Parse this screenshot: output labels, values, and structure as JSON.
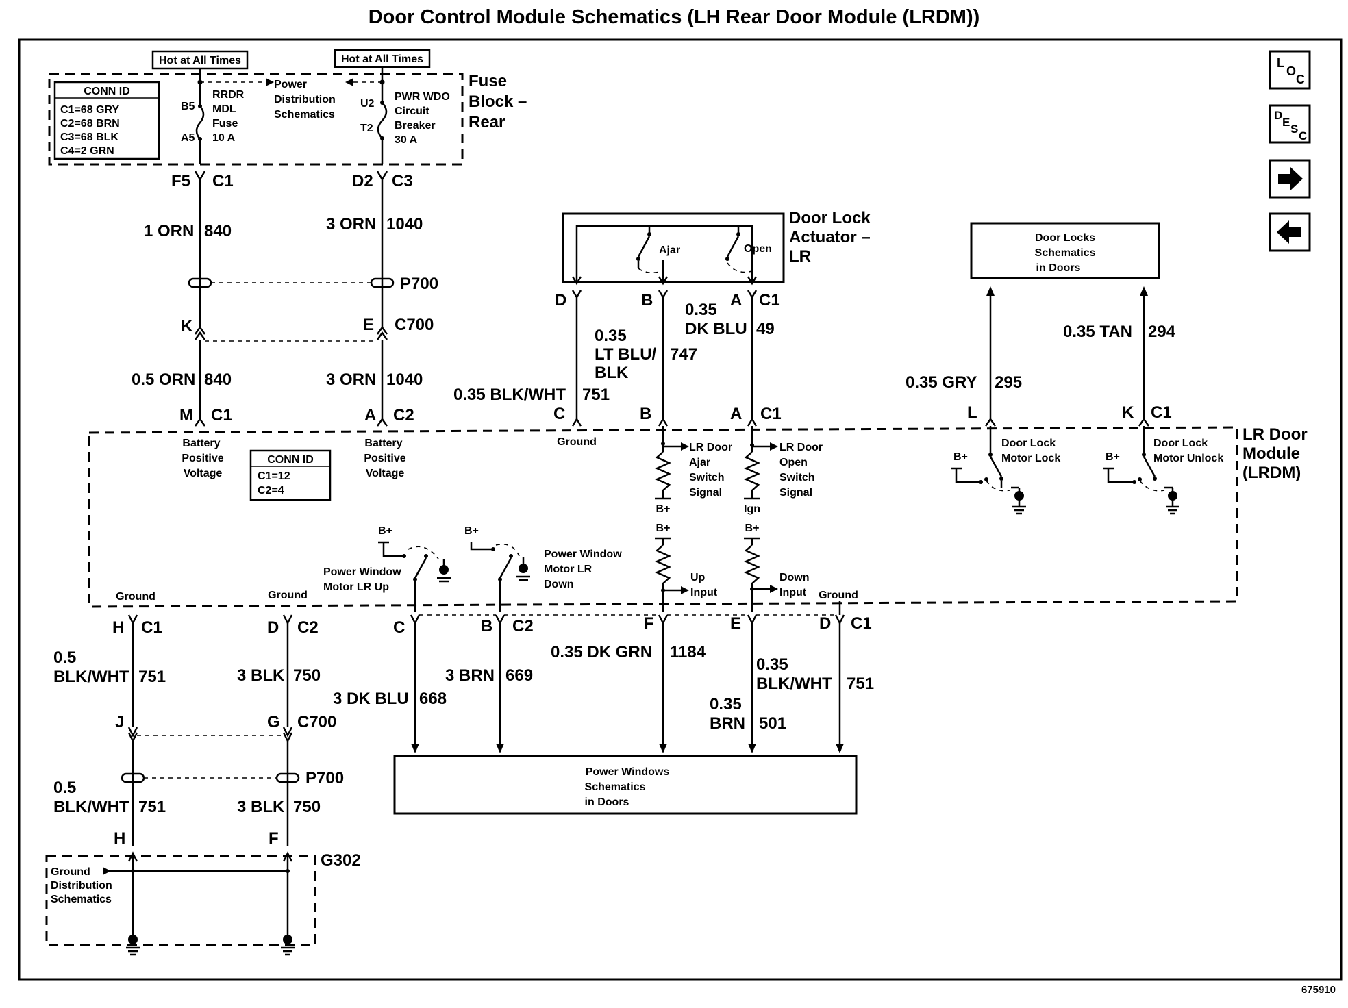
{
  "title": "Door Control Module Schematics (LH Rear Door Module (LRDM))",
  "figure_number": "675910",
  "nav": {
    "loc": [
      "L",
      "O",
      "C"
    ],
    "desc": [
      "D",
      "E",
      "S",
      "C"
    ]
  },
  "fuse_block": {
    "name": [
      "Fuse",
      "Block –",
      "Rear"
    ],
    "hot_label": "Hot at All Times",
    "conn_id": {
      "title": "CONN ID",
      "lines": [
        "C1=68 GRY",
        "C2=68 BRN",
        "C3=68 BLK",
        "C4=2 GRN"
      ]
    },
    "fuse1": {
      "pins": [
        "B5",
        "A5"
      ],
      "label": [
        "RRDR",
        "MDL",
        "Fuse",
        "10 A"
      ]
    },
    "fuse2": {
      "pins": [
        "U2",
        "T2"
      ],
      "label": [
        "PWR WDO",
        "Circuit",
        "Breaker",
        "30 A"
      ]
    },
    "pd_ref": [
      "Power",
      "Distribution",
      "Schematics"
    ]
  },
  "left_wires": {
    "top1": {
      "pin": "F5",
      "conn": "C1",
      "color": "1 ORN",
      "circuit": "840"
    },
    "top2": {
      "pin": "D2",
      "conn": "C3",
      "color": "3 ORN",
      "circuit": "1040"
    },
    "p700": "P700",
    "mid1": {
      "pin": "K"
    },
    "mid2": {
      "pin": "E",
      "conn": "C700"
    },
    "low1": {
      "color": "0.5 ORN",
      "circuit": "840",
      "pin": "M",
      "conn": "C1"
    },
    "low2": {
      "color": "3 ORN",
      "circuit": "1040",
      "pin": "A",
      "conn": "C2"
    }
  },
  "actuator": {
    "name": [
      "Door Lock",
      "Actuator –",
      "LR"
    ],
    "ajar": "Ajar",
    "open": "Open",
    "pins": {
      "d": "D",
      "b": "B",
      "a": "A",
      "c1": "C1"
    },
    "w747": {
      "color": [
        "0.35",
        "LT BLU/",
        "BLK"
      ],
      "circuit": "747"
    },
    "w49": {
      "color": [
        "0.35",
        "DK BLU"
      ],
      "circuit": "49"
    },
    "w751": {
      "color": "0.35 BLK/WHT",
      "circuit": "751"
    },
    "lower_pins": {
      "c": "C",
      "b": "B",
      "a": "A",
      "c1": "C1"
    }
  },
  "door_locks": {
    "box": [
      "Door Locks",
      "Schematics",
      "in Doors"
    ],
    "w295": {
      "color": "0.35 GRY",
      "circuit": "295",
      "pin": "L"
    },
    "w294": {
      "color": "0.35 TAN",
      "circuit": "294",
      "pin": "K",
      "conn": "C1"
    }
  },
  "module": {
    "name": [
      "LR Door",
      "Module",
      "(LRDM)"
    ],
    "conn_id": {
      "title": "CONN ID",
      "lines": [
        "C1=12",
        "C2=4"
      ]
    },
    "bpv": [
      "Battery",
      "Positive",
      "Voltage"
    ],
    "ground": "Ground",
    "ajar_sig": [
      "LR Door",
      "Ajar",
      "Switch",
      "Signal"
    ],
    "open_sig": [
      "LR Door",
      "Open",
      "Switch",
      "Signal"
    ],
    "bplus": "B+",
    "ign": "Ign",
    "up_input": [
      "Up",
      "Input"
    ],
    "down_input": [
      "Down",
      "Input"
    ],
    "lock_motor": [
      "Door Lock",
      "Motor Lock"
    ],
    "unlock_motor": [
      "Door Lock",
      "Motor Unlock"
    ],
    "pw_up": [
      "Power Window",
      "Motor LR Up"
    ],
    "pw_down": [
      "Power Window",
      "Motor LR",
      "Down"
    ]
  },
  "bottom": {
    "h_c1": {
      "pin": "H",
      "conn": "C1"
    },
    "d_c2": {
      "pin": "D",
      "conn": "C2"
    },
    "c_pin": "C",
    "b_c2": {
      "pin": "B",
      "conn": "C2"
    },
    "f_pin": "F",
    "e_pin": "E",
    "d_c1": {
      "pin": "D",
      "conn": "C1"
    },
    "w751a": {
      "color": [
        "0.5",
        "BLK/WHT"
      ],
      "circuit": "751"
    },
    "w750a": {
      "color": "3 BLK",
      "circuit": "750"
    },
    "w668": {
      "color": "3 DK BLU",
      "circuit": "668"
    },
    "w669": {
      "color": "3 BRN",
      "circuit": "669"
    },
    "w1184": {
      "color": "0.35 DK GRN",
      "circuit": "1184"
    },
    "w751b": {
      "color": [
        "0.35",
        "BLK/WHT"
      ],
      "circuit": "751"
    },
    "w501": {
      "color": [
        "0.35",
        "BRN"
      ],
      "circuit": "501"
    },
    "j_pin": "J",
    "g_c700": {
      "pin": "G",
      "conn": "C700"
    },
    "w751c": {
      "color": [
        "0.5",
        "BLK/WHT"
      ],
      "circuit": "751"
    },
    "w750b": {
      "color": "3 BLK",
      "circuit": "750"
    },
    "p700": "P700",
    "h_pin": "H",
    "f_pin2": "F",
    "g302": "G302",
    "gd_ref": [
      "Ground",
      "Distribution",
      "Schematics"
    ],
    "pw_box": [
      "Power Windows",
      "Schematics",
      "in Doors"
    ]
  }
}
